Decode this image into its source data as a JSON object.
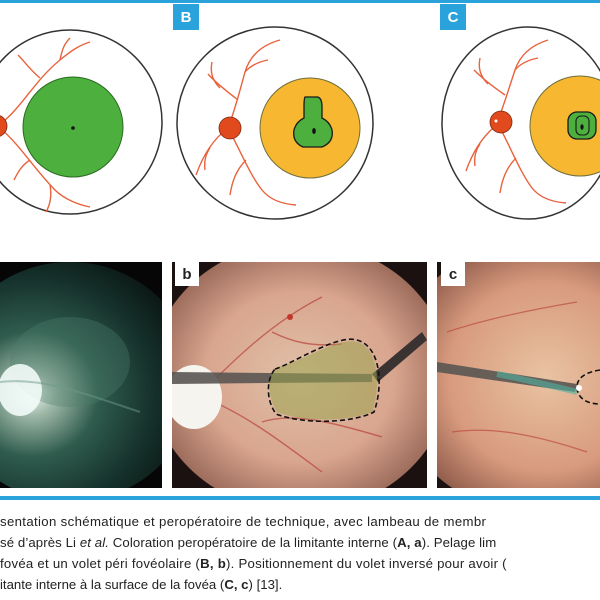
{
  "panels": {
    "B": {
      "letter": "B"
    },
    "C": {
      "letter": "C"
    },
    "b": {
      "letter": "b"
    },
    "c": {
      "letter": "c"
    }
  },
  "caption": {
    "l1_a": "sentation schématique et peropératoire de technique, avec lambeau de membr",
    "l2_a": "sé d’après Li ",
    "l2_b": "et al.",
    "l2_c": " Coloration peropératoire de la limitante interne (",
    "l2_d": "A, a",
    "l2_e": "). Pelage lim",
    "l3_a": "fovéa et un volet péri fovéolaire (",
    "l3_b": "B, b",
    "l3_c": "). Positionnement du volet inversé pour avoir (",
    "l4_a": "itante interne à la surface de la fovéa (",
    "l4_b": "C, c",
    "l4_c": ") [13]."
  },
  "colors": {
    "accent_blue": "#2aa3dc",
    "vessel": "#e8623c",
    "disc": "#e04a1c",
    "peel_green": "#4caf3e",
    "orange_area": "#f7b731",
    "dashed_outline": "#222222"
  },
  "icons": [
    "optic-disc",
    "fovea-dot",
    "retinal-vessel",
    "inverted-flap",
    "surgical-instrument"
  ]
}
